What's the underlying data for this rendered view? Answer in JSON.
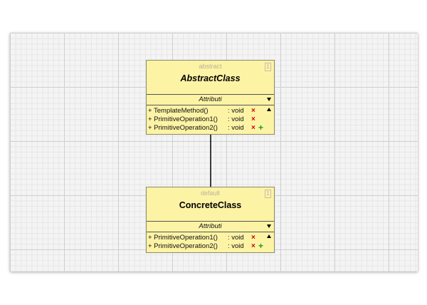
{
  "classes": [
    {
      "stereotype": "abstract",
      "name": "AbstractClass",
      "attributes_label": "Attributi",
      "operations": [
        {
          "name": "+ TemplateMethod()",
          "type": ": void",
          "deletable": true,
          "addable": false
        },
        {
          "name": "+ PrimitiveOperation1()",
          "type": ": void",
          "deletable": true,
          "addable": false
        },
        {
          "name": "+ PrimitiveOperation2()",
          "type": ": void",
          "deletable": true,
          "addable": true
        }
      ]
    },
    {
      "stereotype": "default",
      "name": "ConcreteClass",
      "attributes_label": "Attributi",
      "operations": [
        {
          "name": "+ PrimitiveOperation1()",
          "type": ": void",
          "deletable": true,
          "addable": false
        },
        {
          "name": "+ PrimitiveOperation2()",
          "type": ": void",
          "deletable": true,
          "addable": true
        }
      ]
    }
  ],
  "icons": {
    "delete": "×",
    "add": "+",
    "document": "1"
  },
  "colors": {
    "class_fill": "#fdf3a5",
    "delete": "#d40000",
    "add": "#1f9e1f"
  },
  "relations": [
    {
      "type": "generalization",
      "from": "ConcreteClass",
      "to": "AbstractClass"
    }
  ]
}
